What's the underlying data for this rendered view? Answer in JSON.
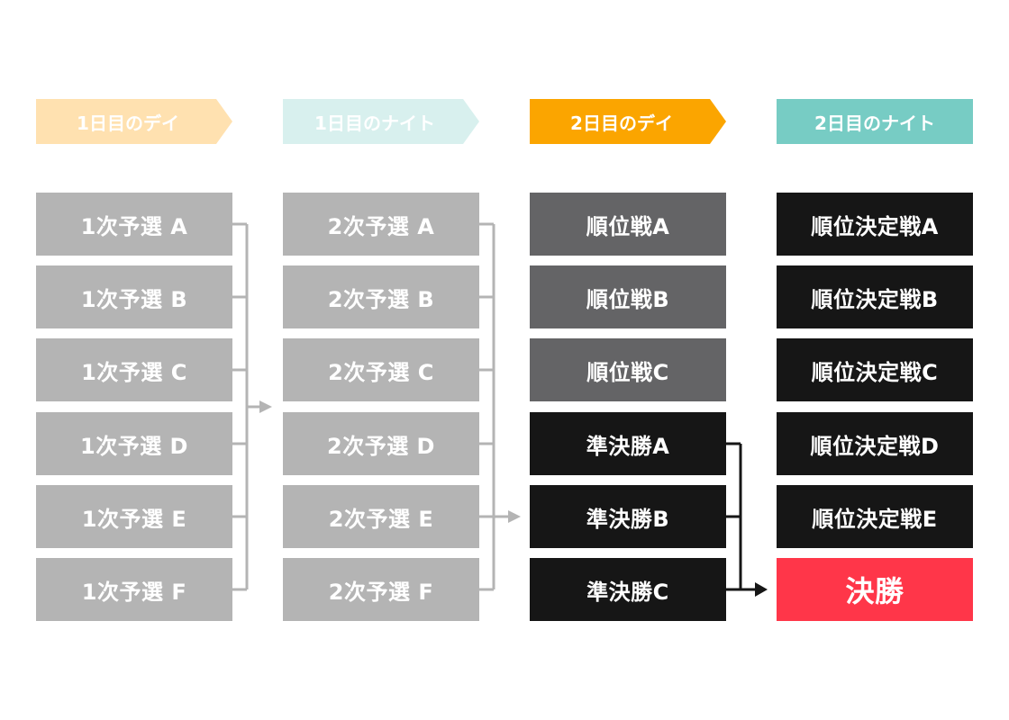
{
  "headers": [
    {
      "label": "1日目のデイ",
      "color": "#FFE1B0"
    },
    {
      "label": "1日目のナイト",
      "color": "#D8F0EE"
    },
    {
      "label": "2日目のデイ",
      "color": "#FBA500"
    },
    {
      "label": "2日目のナイト",
      "color": "#77CCC4"
    }
  ],
  "columns": [
    {
      "items": [
        {
          "label": "1次予選 A",
          "color": "#B4B4B4"
        },
        {
          "label": "1次予選 B",
          "color": "#B4B4B4"
        },
        {
          "label": "1次予選 C",
          "color": "#B4B4B4"
        },
        {
          "label": "1次予選 D",
          "color": "#B4B4B4"
        },
        {
          "label": "1次予選 E",
          "color": "#B4B4B4"
        },
        {
          "label": "1次予選 F",
          "color": "#B4B4B4"
        }
      ]
    },
    {
      "items": [
        {
          "label": "2次予選 A",
          "color": "#B4B4B4"
        },
        {
          "label": "2次予選 B",
          "color": "#B4B4B4"
        },
        {
          "label": "2次予選 C",
          "color": "#B4B4B4"
        },
        {
          "label": "2次予選 D",
          "color": "#B4B4B4"
        },
        {
          "label": "2次予選 E",
          "color": "#B4B4B4"
        },
        {
          "label": "2次予選 F",
          "color": "#B4B4B4"
        }
      ]
    },
    {
      "items": [
        {
          "label": "順位戦A",
          "color": "#646466"
        },
        {
          "label": "順位戦B",
          "color": "#646466"
        },
        {
          "label": "順位戦C",
          "color": "#646466"
        },
        {
          "label": "準決勝A",
          "color": "#161616"
        },
        {
          "label": "準決勝B",
          "color": "#161616"
        },
        {
          "label": "準決勝C",
          "color": "#161616"
        }
      ]
    },
    {
      "items": [
        {
          "label": "順位決定戦A",
          "color": "#161616"
        },
        {
          "label": "順位決定戦B",
          "color": "#161616"
        },
        {
          "label": "順位決定戦C",
          "color": "#161616"
        },
        {
          "label": "順位決定戦D",
          "color": "#161616"
        },
        {
          "label": "順位決定戦E",
          "color": "#161616"
        },
        {
          "label": "決勝",
          "color": "#FF3649"
        }
      ]
    }
  ],
  "connector_colors": {
    "gray": "#B4B4B4",
    "black": "#161616"
  }
}
